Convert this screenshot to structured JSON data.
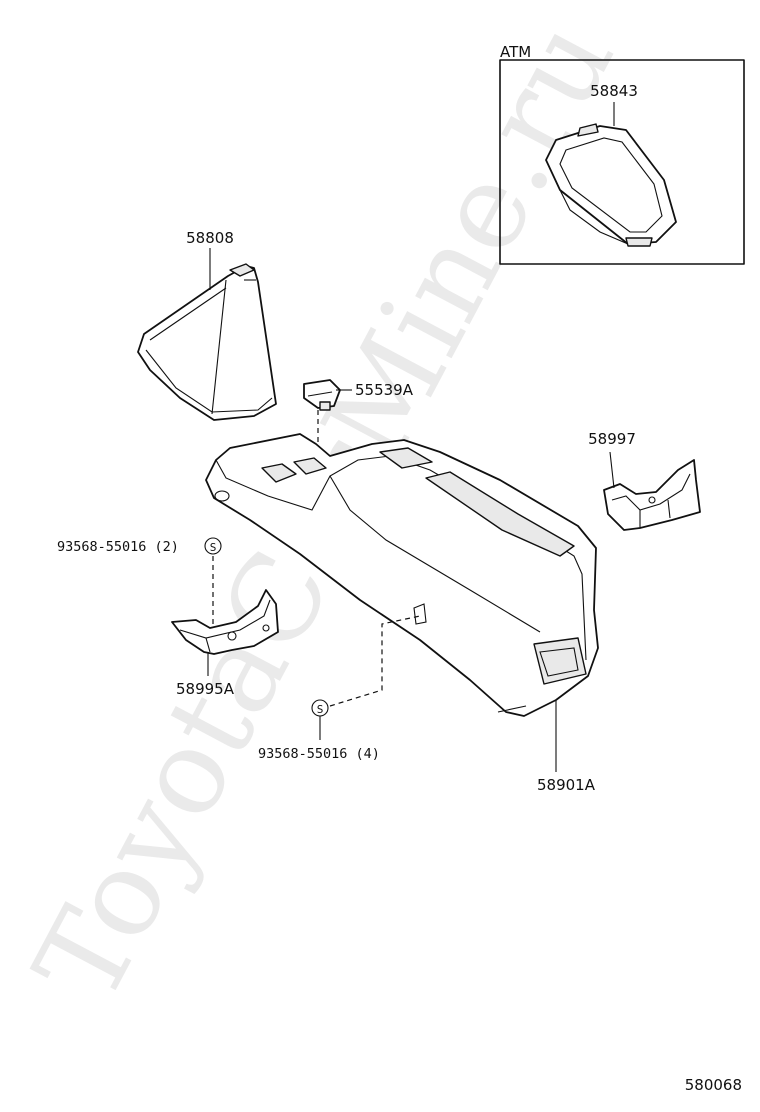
{
  "watermark": "ToyotaCarMine.ru",
  "inset": {
    "label": "ATM"
  },
  "parts": {
    "p58843": "58843",
    "p58808": "58808",
    "p55539A": "55539A",
    "p58997": "58997",
    "p93568_2": "93568-55016 (2)",
    "p58995A": "58995A",
    "p93568_4": "93568-55016 (4)",
    "p58901A": "58901A"
  },
  "screw_symbol": "S",
  "figure_number": "580068"
}
